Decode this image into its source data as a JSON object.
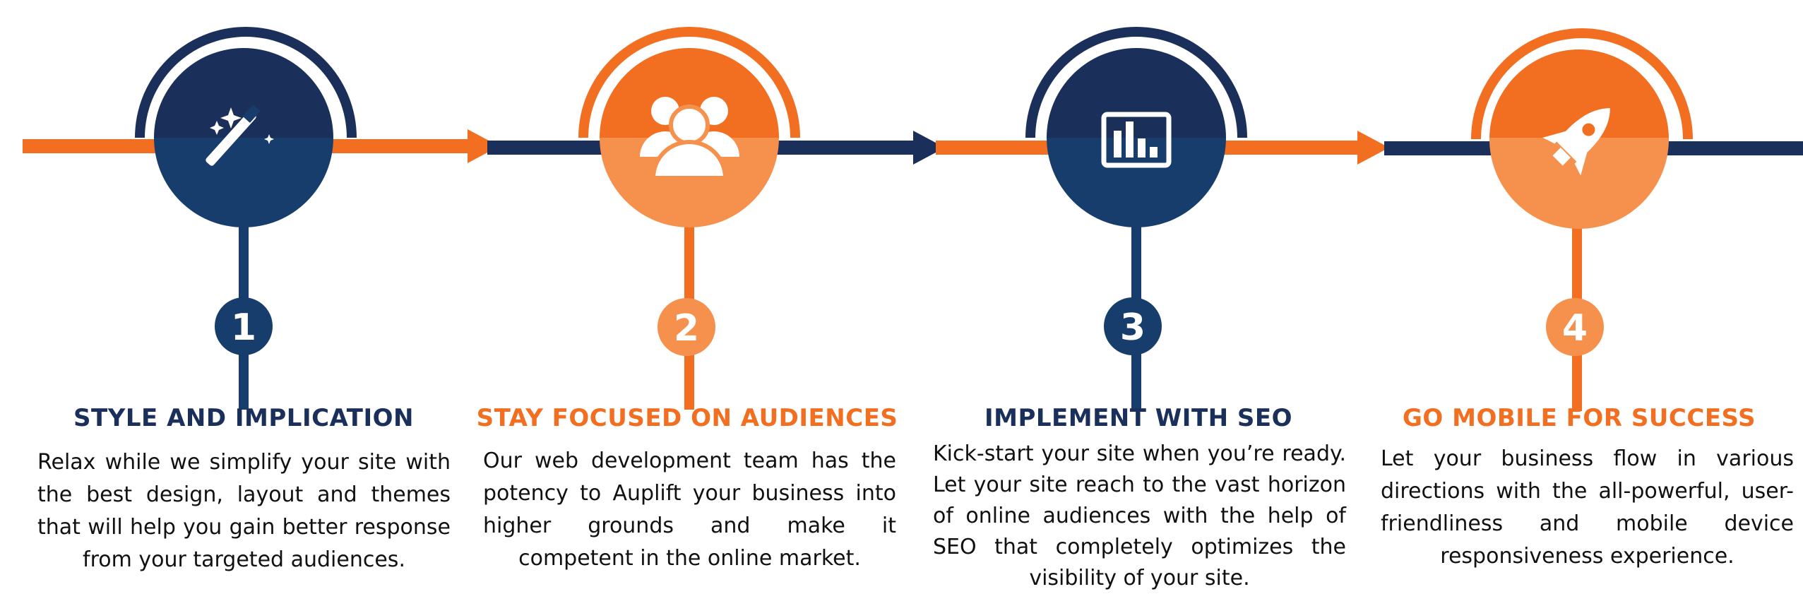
{
  "colors": {
    "navy": "#1B2F5B",
    "navy_fill": "#163D6B",
    "orange": "#F26F21",
    "orange_light": "#F6914D"
  },
  "steps": [
    {
      "number": "1",
      "icon": "magic-wand-icon",
      "theme": "navy",
      "title": "STYLE AND IMPLICATION",
      "description": "Relax while we simplify your site with the best design, layout and themes that will help you gain better response from your targeted audiences."
    },
    {
      "number": "2",
      "icon": "audience-group-icon",
      "theme": "orange",
      "title": "STAY FOCUSED ON  AUDIENCES",
      "description": "Our web development team has the potency to Auplift your business into higher grounds and make it competent in the online market."
    },
    {
      "number": "3",
      "icon": "bar-chart-icon",
      "theme": "navy",
      "title": "IMPLEMENT WITH SEO",
      "description": "Kick-start your site when you’re ready. Let your site reach to the vast horizon of online audiences with the help of SEO that completely optimizes the visibility of your site."
    },
    {
      "number": "4",
      "icon": "rocket-icon",
      "theme": "orange",
      "title": "GO MOBILE FOR SUCCESS",
      "description": "Let your business flow in various directions with the all-powerful, user-friendliness and mobile device responsiveness experience."
    }
  ]
}
